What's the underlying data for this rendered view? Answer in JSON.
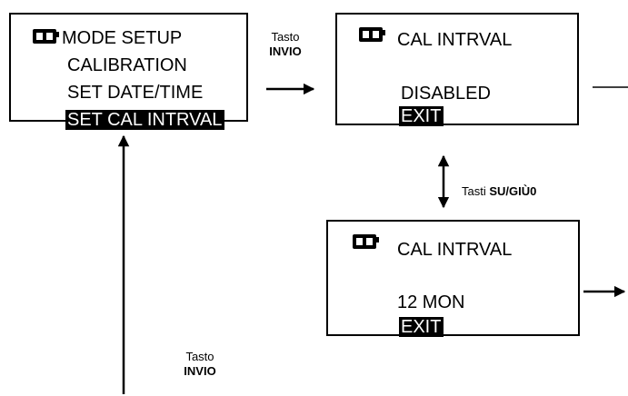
{
  "screen_a": {
    "lines": [
      "MODE SETUP",
      "CALIBRATION",
      "SET DATE/TIME"
    ],
    "highlighted": "SET CAL INTRVAL"
  },
  "screen_b": {
    "title": "CAL INTRVAL",
    "value": "DISABLED",
    "highlighted": "EXIT"
  },
  "screen_c": {
    "title": "CAL INTRVAL",
    "value": "12 MON",
    "highlighted": "EXIT"
  },
  "labels": {
    "enter_top": {
      "line1": "Tasto",
      "line2": "INVIO"
    },
    "updown": {
      "prefix": "Tasti ",
      "keys": "SU/GIÙ0"
    },
    "enter_bottom": {
      "line1": "Tasto",
      "line2": "INVIO"
    }
  },
  "icons": {
    "battery": "battery-icon"
  }
}
